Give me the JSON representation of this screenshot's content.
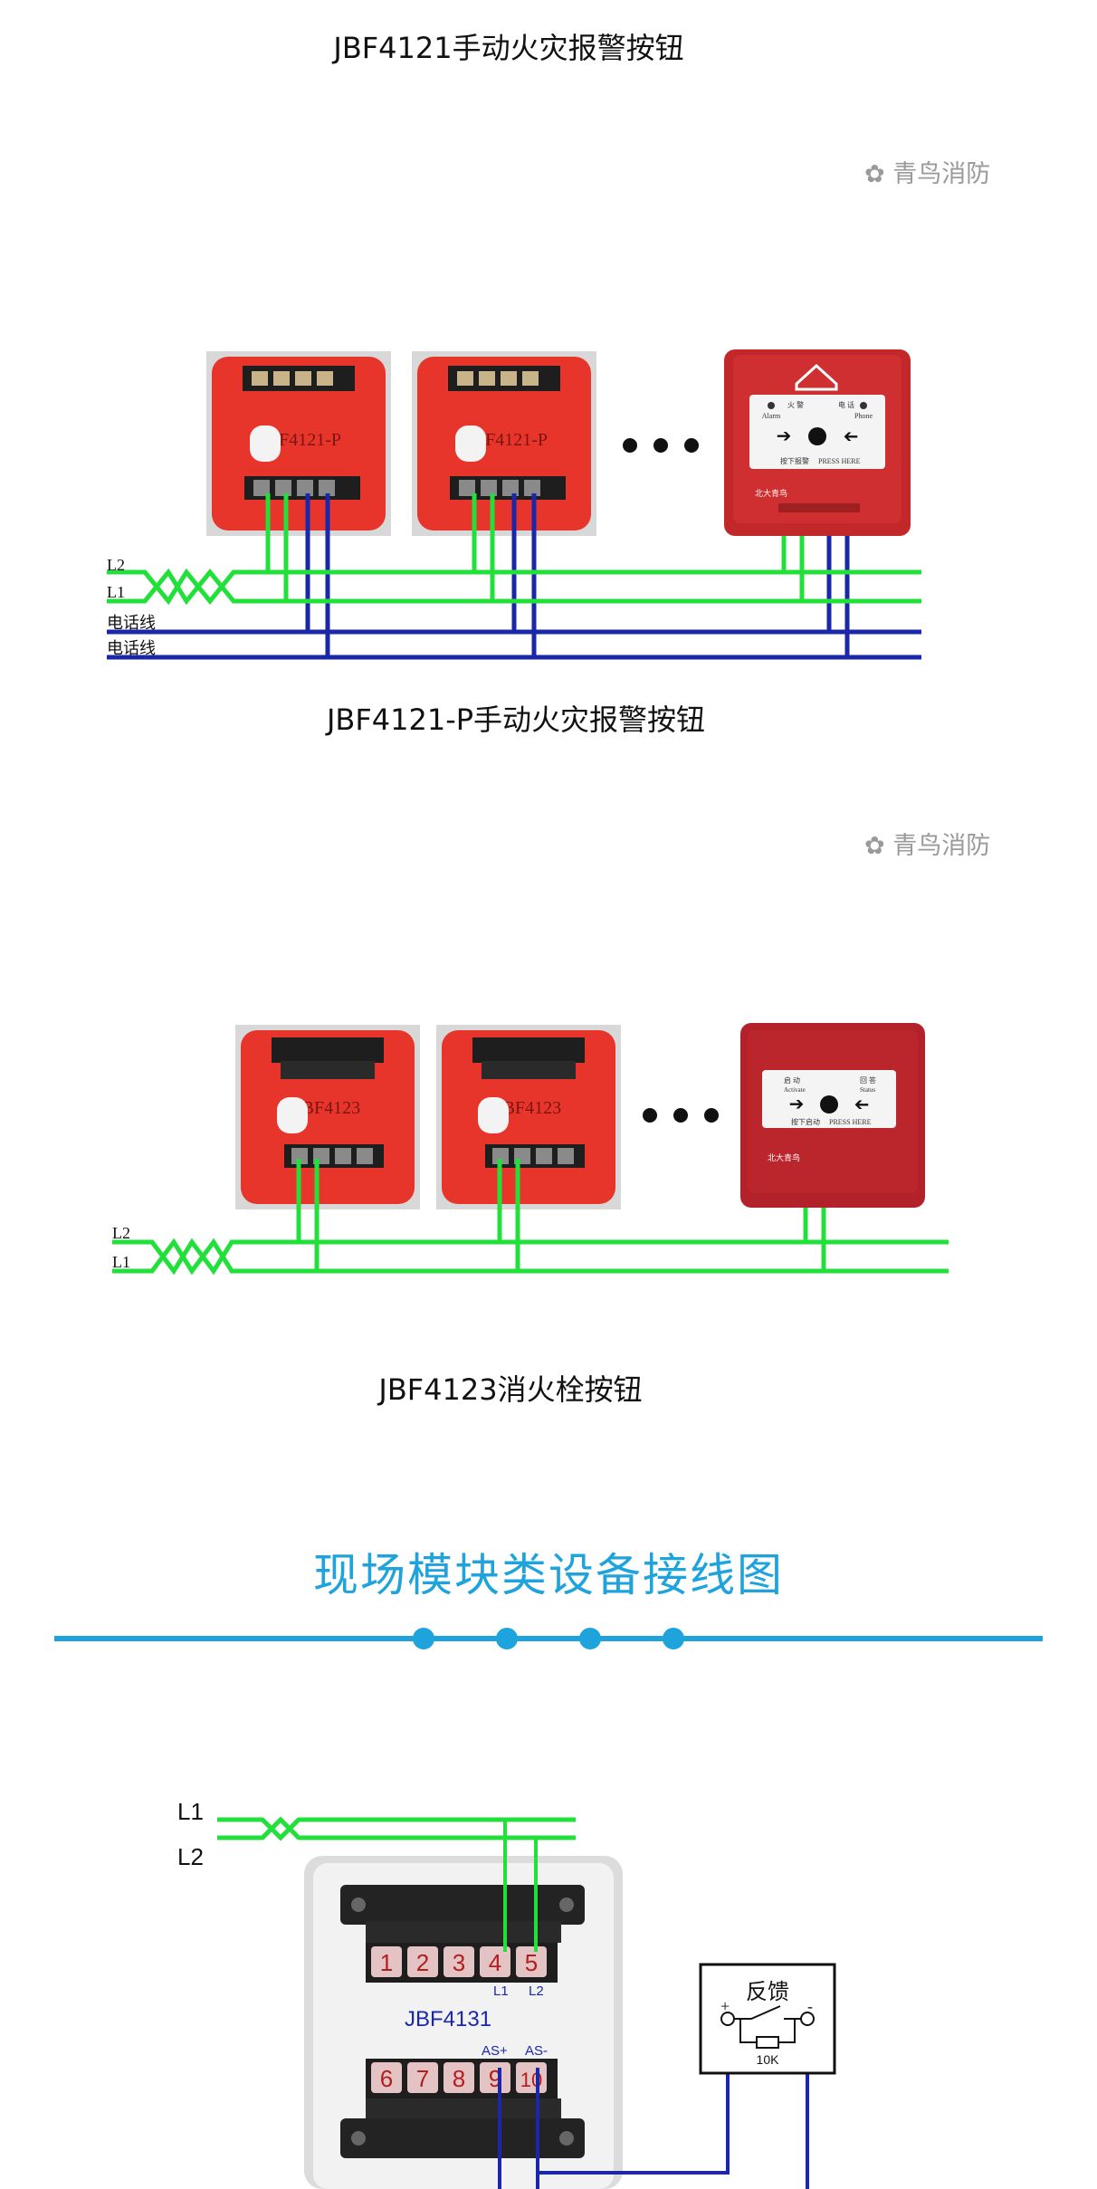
{
  "captions": {
    "top_cut": "JBF4121手动火灾报警按钮",
    "section1": "JBF4121-P手动火灾报警按钮",
    "section2": "JBF4123消火栓按钮"
  },
  "watermark": "青鸟消防",
  "section_title": "现场模块类设备接线图",
  "wire_labels": {
    "l1": "L1",
    "l2": "L2",
    "phone": "电话线"
  },
  "device_labels": {
    "p_module": "JBF4121-P",
    "hydrant_module": "JBF4123",
    "input_module": "JBF4131",
    "feedback": "反馈",
    "resistor": "10K",
    "as_plus": "AS+",
    "as_minus": "AS-",
    "plus": "+",
    "minus": "-"
  },
  "terminals": {
    "top_row": [
      "1",
      "2",
      "3",
      "4",
      "5"
    ],
    "bottom_row": [
      "6",
      "7",
      "8",
      "9",
      "10"
    ]
  },
  "panel_text": {
    "alarm": "火 警",
    "alarm_en": "Alarm",
    "phone": "电 话",
    "phone_en": "Phone",
    "press": "按下报警",
    "press_en": "PRESS HERE",
    "start": "启 动",
    "start_en": "Activate",
    "answer": "回 答",
    "answer_en": "Status",
    "press2": "按下启动",
    "brand": "北大青鸟"
  },
  "colors": {
    "green_wire": "#22e03a",
    "blue_wire": "#1a27a8",
    "device_red": "#e8352b",
    "panel_red": "#c2282a",
    "accent_blue": "#1ea3dc"
  }
}
